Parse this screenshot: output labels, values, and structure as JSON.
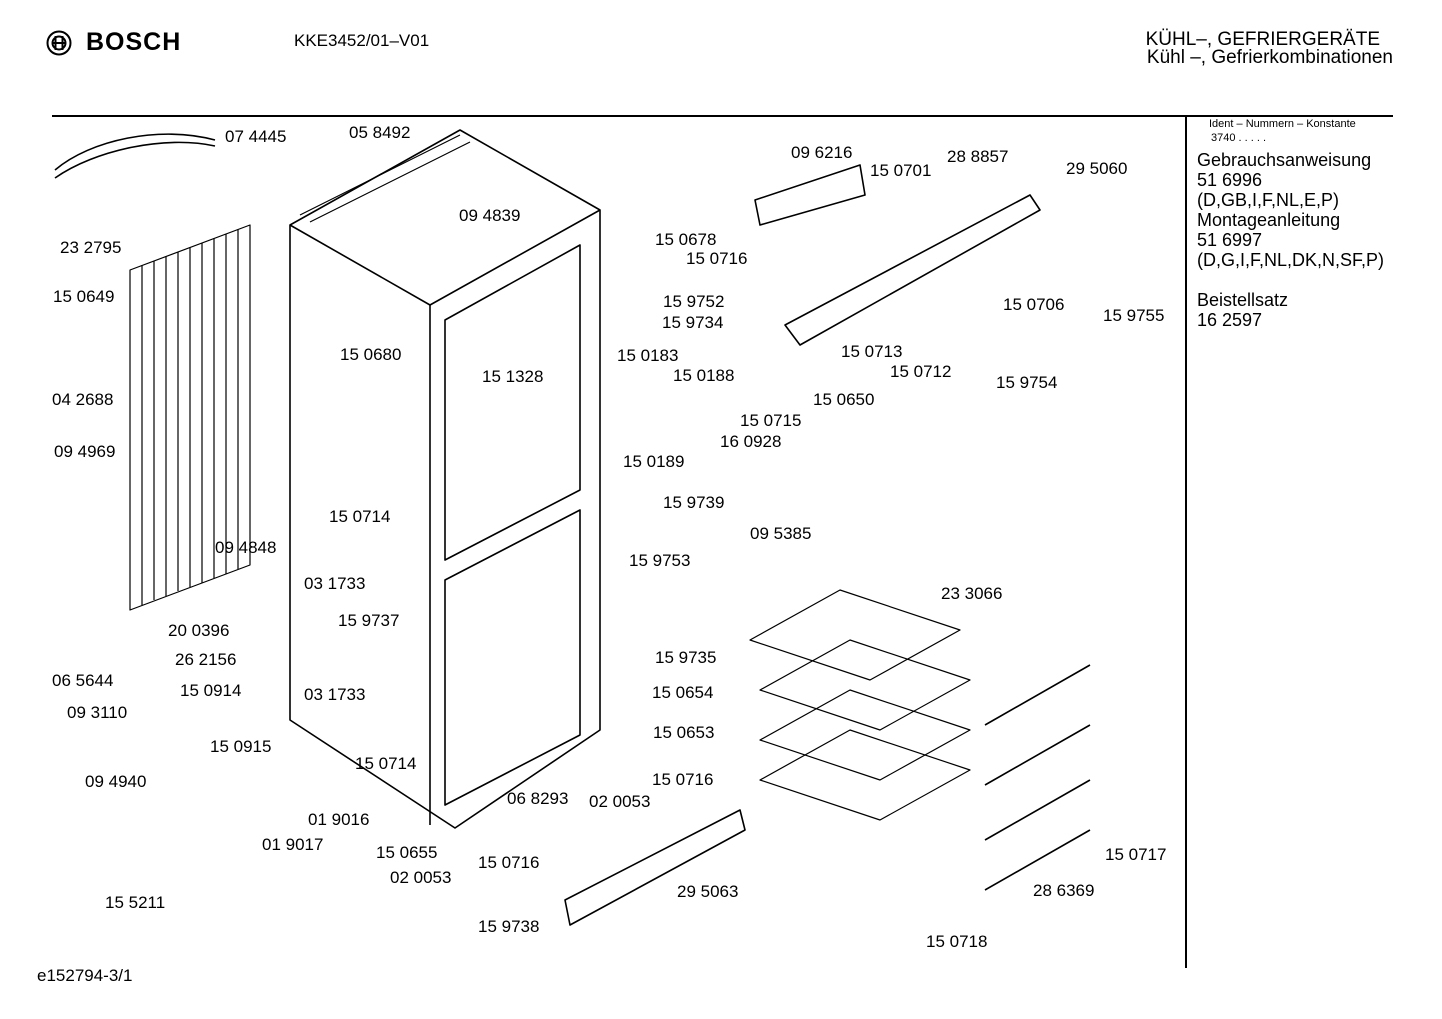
{
  "header": {
    "brand": "BOSCH",
    "model": "KKE3452/01–V01",
    "category_line1": "KÜHL–, GEFRIERGERÄTE",
    "category_line2": "Kühl –, Gefrierkombinationen"
  },
  "sidebar": {
    "ident_title": "Ident – Nummern – Konstante",
    "ident_code": "3740  .  .  .  .  .",
    "items": [
      "Gebrauchsanweisung",
      "51 6996",
      "(D,GB,I,F,NL,E,P)",
      "Montageanleitung",
      "51 6997",
      "(D,G,I,F,NL,DK,N,SF,P)",
      "",
      "Beistellsatz",
      "16 2597"
    ]
  },
  "footer": {
    "code": "e152794-3/1"
  },
  "diagram": {
    "part_labels": [
      "07 4445",
      "05 8492",
      "23 2795",
      "15 0649",
      "04 2688",
      "09 4969",
      "20 0396",
      "09 4848",
      "26 2156",
      "15 0914",
      "06 5644",
      "09 3110",
      "15 0915",
      "09 4940",
      "01 9016",
      "01 9017",
      "15 5211",
      "09 4839",
      "15 0680",
      "15 1328",
      "15 0714",
      "03 1733",
      "15 9737",
      "03 1733",
      "15 0714",
      "15 0655",
      "02 0053",
      "15 0716",
      "15 9738",
      "06 8293",
      "02 0053",
      "15 0653",
      "15 0716",
      "15 9735",
      "15 0654",
      "29 5063",
      "09 6216",
      "15 0701",
      "28 8857",
      "29 5060",
      "15 0678",
      "15 0716",
      "15 9752",
      "15 9734",
      "15 0706",
      "15 9755",
      "15 0713",
      "15 0712",
      "15 9754",
      "15 0650",
      "15 0183",
      "15 0188",
      "15 0715",
      "16 0928",
      "15 0189",
      "15 9739",
      "15 9753",
      "09 5385",
      "23 3066",
      "15 0717",
      "28 6369",
      "15 0718"
    ]
  }
}
